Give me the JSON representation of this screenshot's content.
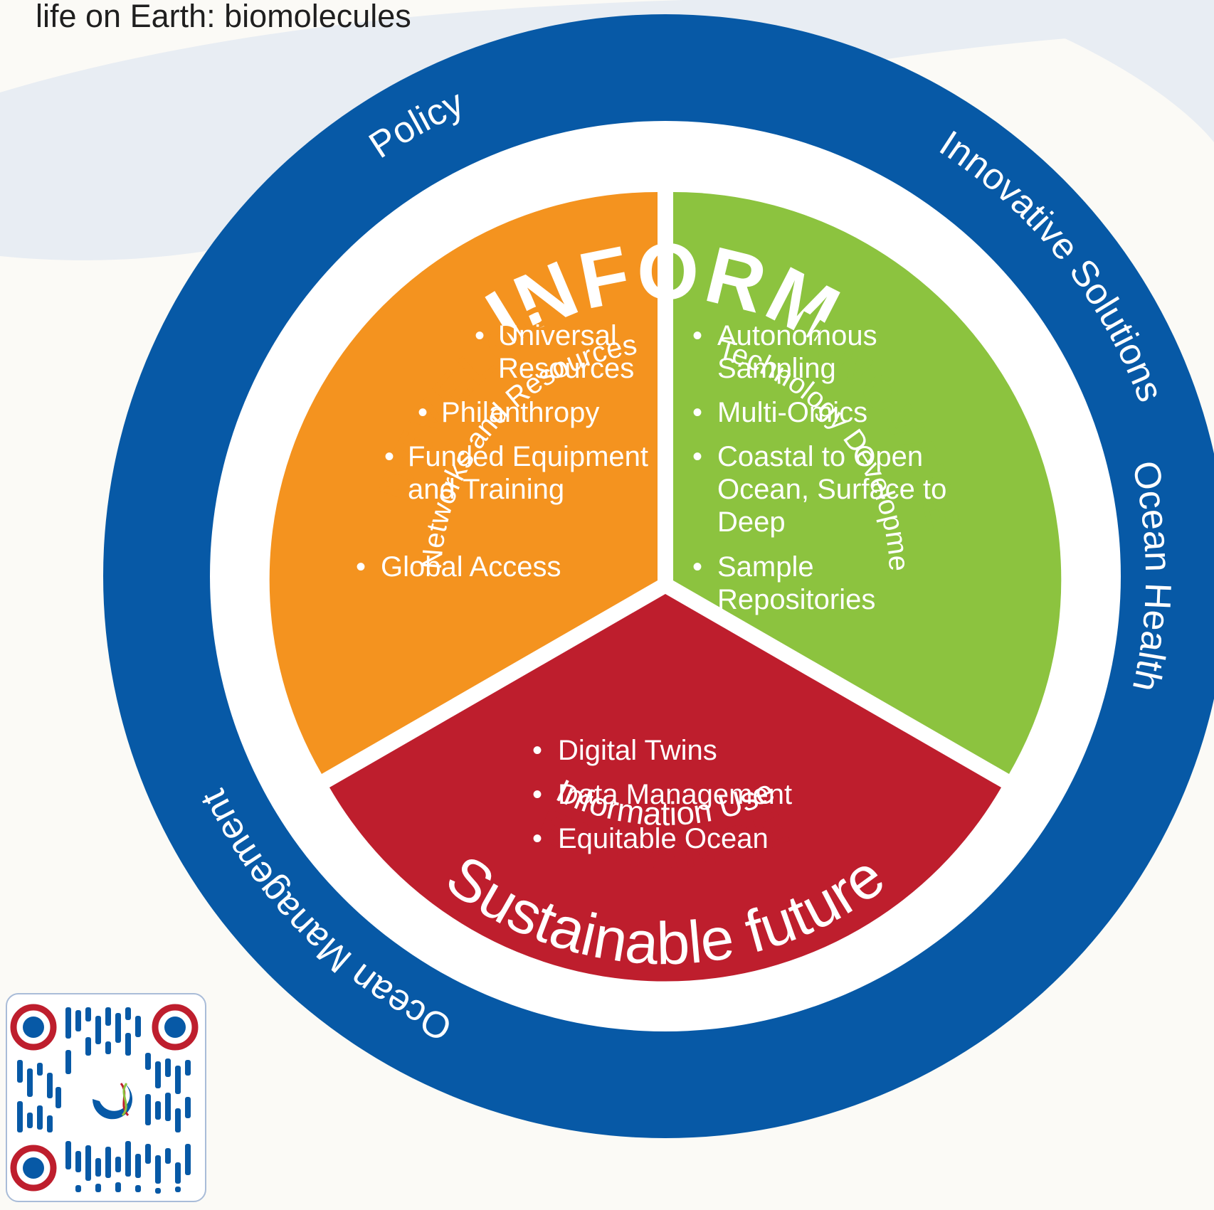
{
  "intro": {
    "visible_line": "life on Earth: biomolecules"
  },
  "ring": {
    "top_title": "INFORM",
    "bottom_title": "Sustainable future",
    "upper_left_label": "Policy",
    "upper_right_label": "Innovative Solutions",
    "left_label": "Ocean Management",
    "right_label": "Ocean Health"
  },
  "develop": {
    "title": "DEVELOP",
    "subtitle": "Networks and Resources",
    "items": [
      "Universal Resources",
      "Philanthropy",
      "Funded Equipment and Training",
      "Global Access"
    ]
  },
  "innovate": {
    "title": "INNOVATE",
    "subtitle": "Technology Development",
    "items": [
      "Autonomous Sampling",
      "Multi-Omics",
      "Coastal to Open Ocean, Surface to Deep",
      "Sample Repositories"
    ]
  },
  "enhance": {
    "title": "ENHANCE",
    "subtitle": "Information Use",
    "items": [
      "Digital Twins",
      "Data Management",
      "Equitable Ocean"
    ]
  },
  "colors": {
    "ring": "#0759a6",
    "develop": "#f4931f",
    "innovate": "#8cc33f",
    "enhance": "#be1e2d",
    "white": "#ffffff",
    "background": "#fbfaf6"
  },
  "icons": {
    "qr_code": "qr-code-icon"
  }
}
